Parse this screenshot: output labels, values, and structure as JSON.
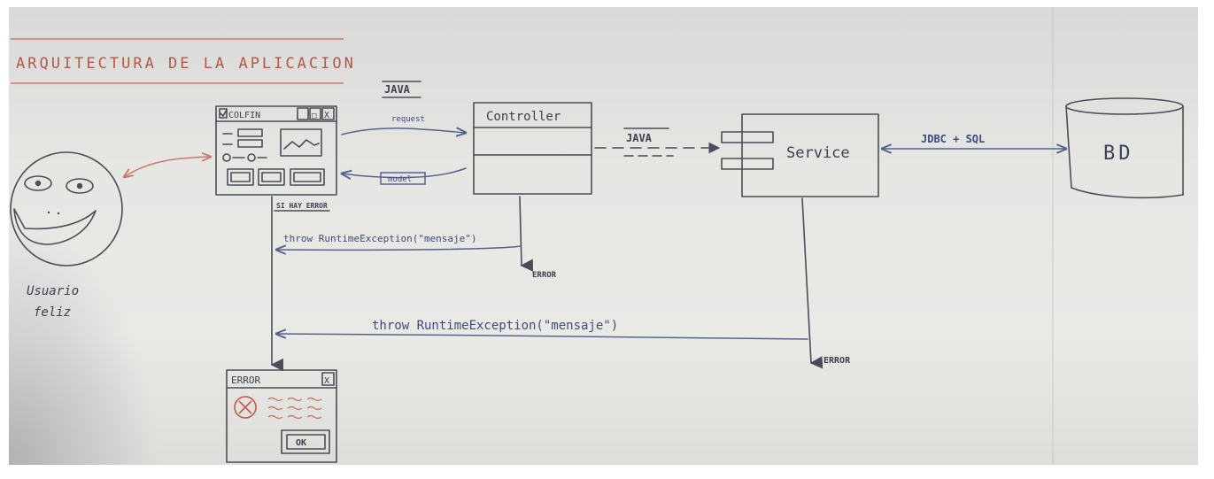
{
  "title": "ARQUITECTURA DE LA APLICACION",
  "title_faint": "",
  "user": {
    "label_line1": "Usuario",
    "label_line2": "feliz"
  },
  "app_window": {
    "title": "COLFIN",
    "title_buttons": [
      "_",
      "□",
      "X"
    ]
  },
  "controller": {
    "label": "Controller"
  },
  "service": {
    "label": "Service"
  },
  "database": {
    "label": "BD"
  },
  "arrows": {
    "java_top": "JAVA",
    "request": "request",
    "model": "model",
    "java_mid": "JAVA",
    "jdbc": "JDBC + SQL",
    "si_hay_error": "SI HAY ERROR",
    "throw_controller": "throw RuntimeException(\"mensaje\")",
    "throw_service": "throw RuntimeException(\"mensaje\")",
    "error_controller": "ERROR",
    "error_service": "ERROR"
  },
  "error_dialog": {
    "title": "ERROR",
    "close": "X",
    "ok": "OK"
  },
  "colors": {
    "ink": "#4a4d57",
    "blue_marker": "#56638f",
    "red_marker": "#c97a6e",
    "board": "#e6e6e3"
  }
}
